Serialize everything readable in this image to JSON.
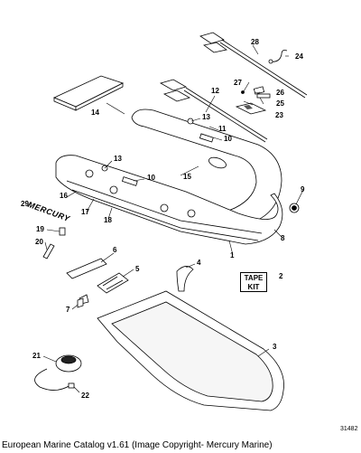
{
  "diagram": {
    "decal_text": "MERCURY",
    "tape_kit": {
      "line1": "TAPE",
      "line2": "KIT"
    },
    "reference_number": "31482",
    "caption": "European Marine Catalog v1.61 (Image Copyright- Mercury Marine)",
    "callouts": {
      "c1": "1",
      "c2": "2",
      "c3": "3",
      "c4": "4",
      "c5": "5",
      "c6": "6",
      "c7": "7",
      "c8": "8",
      "c9": "9",
      "c10a": "10",
      "c10b": "10",
      "c11": "11",
      "c12": "12",
      "c13a": "13",
      "c13b": "13",
      "c14": "14",
      "c15": "15",
      "c16": "16",
      "c17": "17",
      "c18": "18",
      "c19": "19",
      "c20": "20",
      "c21": "21",
      "c22": "22",
      "c23": "23",
      "c24": "24",
      "c25": "25",
      "c26": "26",
      "c27": "27",
      "c28": "28",
      "c29": "29"
    }
  }
}
